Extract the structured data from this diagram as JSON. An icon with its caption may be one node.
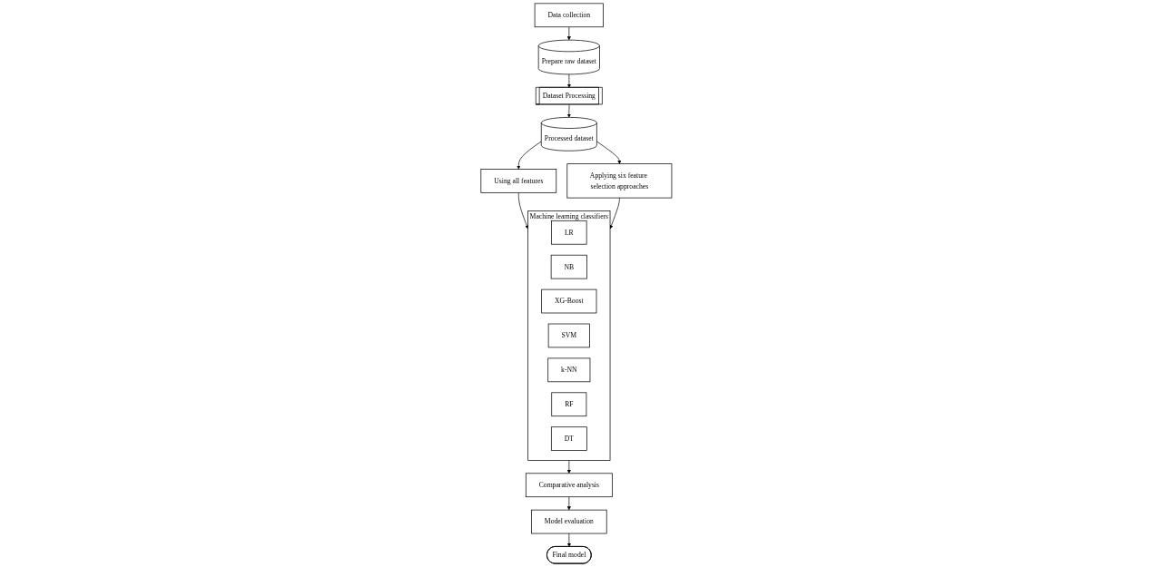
{
  "diagram": {
    "nodes": [
      {
        "text": [
          "Data collection"
        ]
      },
      {
        "text": [
          "Prepare raw dataset"
        ]
      },
      {
        "text": [
          "Dataset Processing"
        ]
      },
      {
        "text": [
          "Processed dataset"
        ]
      },
      {
        "text": [
          "Using all features"
        ]
      },
      {
        "text": [
          "Applying six feature selection approaches"
        ]
      },
      {
        "text": [
          "Machine learning classifiers"
        ]
      },
      {
        "text": [
          "LR"
        ],
        "in": 6
      },
      {
        "text": [
          "NB"
        ],
        "in": 6
      },
      {
        "text": [
          "XG-Boost"
        ],
        "in": 6
      },
      {
        "text": [
          "SVM"
        ],
        "in": 6
      },
      {
        "text": [
          "k-NN"
        ],
        "in": 6
      },
      {
        "text": [
          "RF"
        ],
        "in": 6
      },
      {
        "text": [
          "DT"
        ],
        "in": 6
      },
      {
        "text": [
          "Comparative analysis"
        ]
      },
      {
        "text": [
          "Model evaluation"
        ]
      },
      {
        "text": [
          "Final model"
        ]
      }
    ],
    "edges": [
      {
        "from": 0,
        "to": 1,
        "arrow": "to"
      },
      {
        "from": 1,
        "to": 2,
        "arrow": "to"
      },
      {
        "from": 2,
        "to": 3,
        "arrow": "to"
      },
      {
        "from": 3,
        "to": 4,
        "arrow": "to"
      },
      {
        "from": 3,
        "to": 5,
        "arrow": "to"
      },
      {
        "from": 4,
        "to": 6,
        "arrow": "to"
      },
      {
        "from": 5,
        "to": 6,
        "arrow": "to"
      },
      {
        "from": 6,
        "to": 14,
        "arrow": "to"
      },
      {
        "from": 14,
        "to": 15,
        "arrow": "to"
      },
      {
        "from": 15,
        "to": 16,
        "arrow": "to"
      }
    ]
  }
}
